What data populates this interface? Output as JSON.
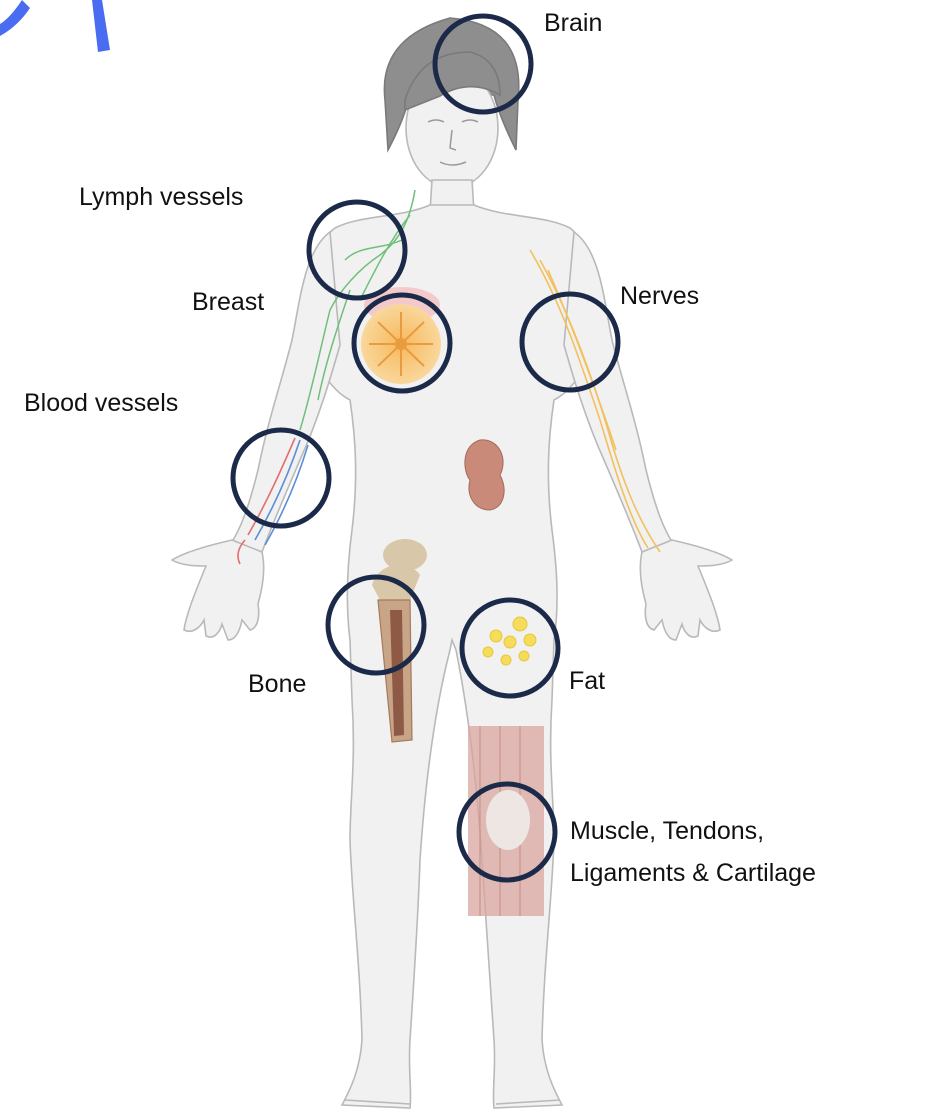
{
  "diagram": {
    "ring_color": "#1c2a4a",
    "body_fill": "#f1f1f1",
    "body_outline": "#b9b9b9",
    "hair_color": "#8e8e8e",
    "accent_color": "#4a6cf0",
    "labels": {
      "brain": "Brain",
      "lymph_vessels": "Lymph vessels",
      "breast": "Breast",
      "nerves": "Nerves",
      "blood_vessels": "Blood vessels",
      "bone": "Bone",
      "fat": "Fat",
      "muscle_line1": "Muscle, Tendons,",
      "muscle_line2": "Ligaments & Cartilage"
    }
  }
}
